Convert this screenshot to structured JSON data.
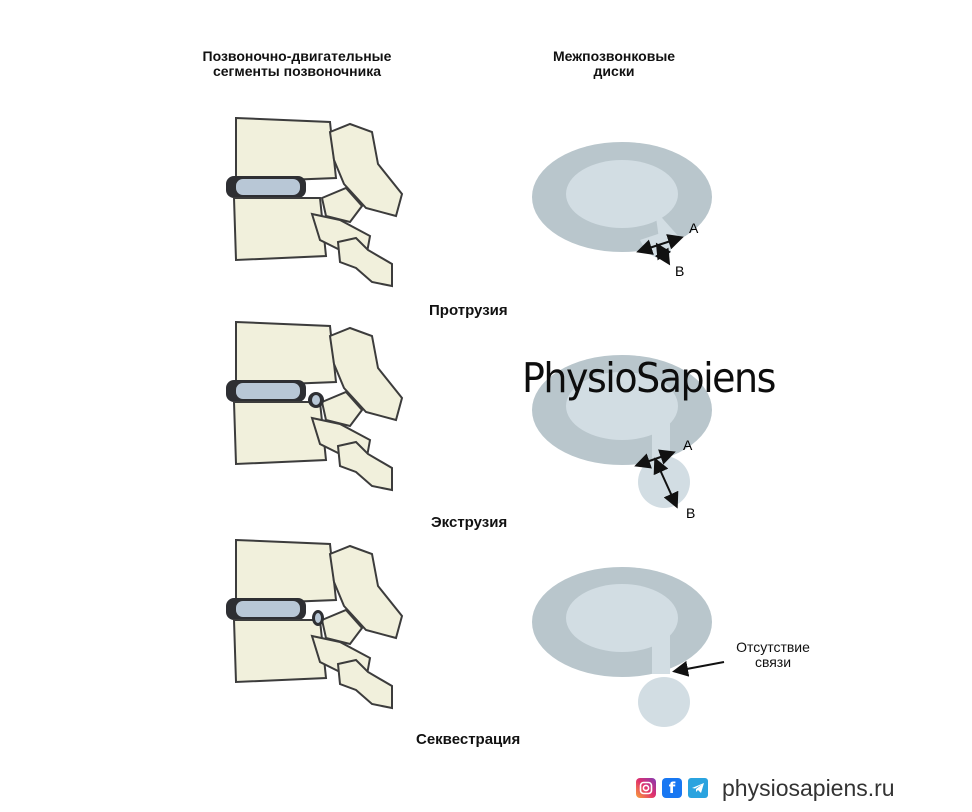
{
  "headers": {
    "segments": "Позвоночно-двигательные\nсегменты позвоночника",
    "discs": "Межпозвонковые\nдиски"
  },
  "stages": {
    "protrusion": "Протрузия",
    "extrusion": "Экструзия",
    "sequestration": "Секвестрация"
  },
  "markers": {
    "a": "A",
    "b": "B"
  },
  "annotation": {
    "no_connection": "Отсутствие\nсвязи"
  },
  "logo": "PhysioSapiens",
  "footer": {
    "site": "physiosapiens.ru",
    "icons": [
      "instagram-icon",
      "facebook-icon",
      "telegram-icon"
    ]
  },
  "colors": {
    "annulus": "#b9c6cc",
    "nucleus": "#d2dde3",
    "bone": "#f1f0dc",
    "bone_stroke": "#3c3c3c"
  }
}
